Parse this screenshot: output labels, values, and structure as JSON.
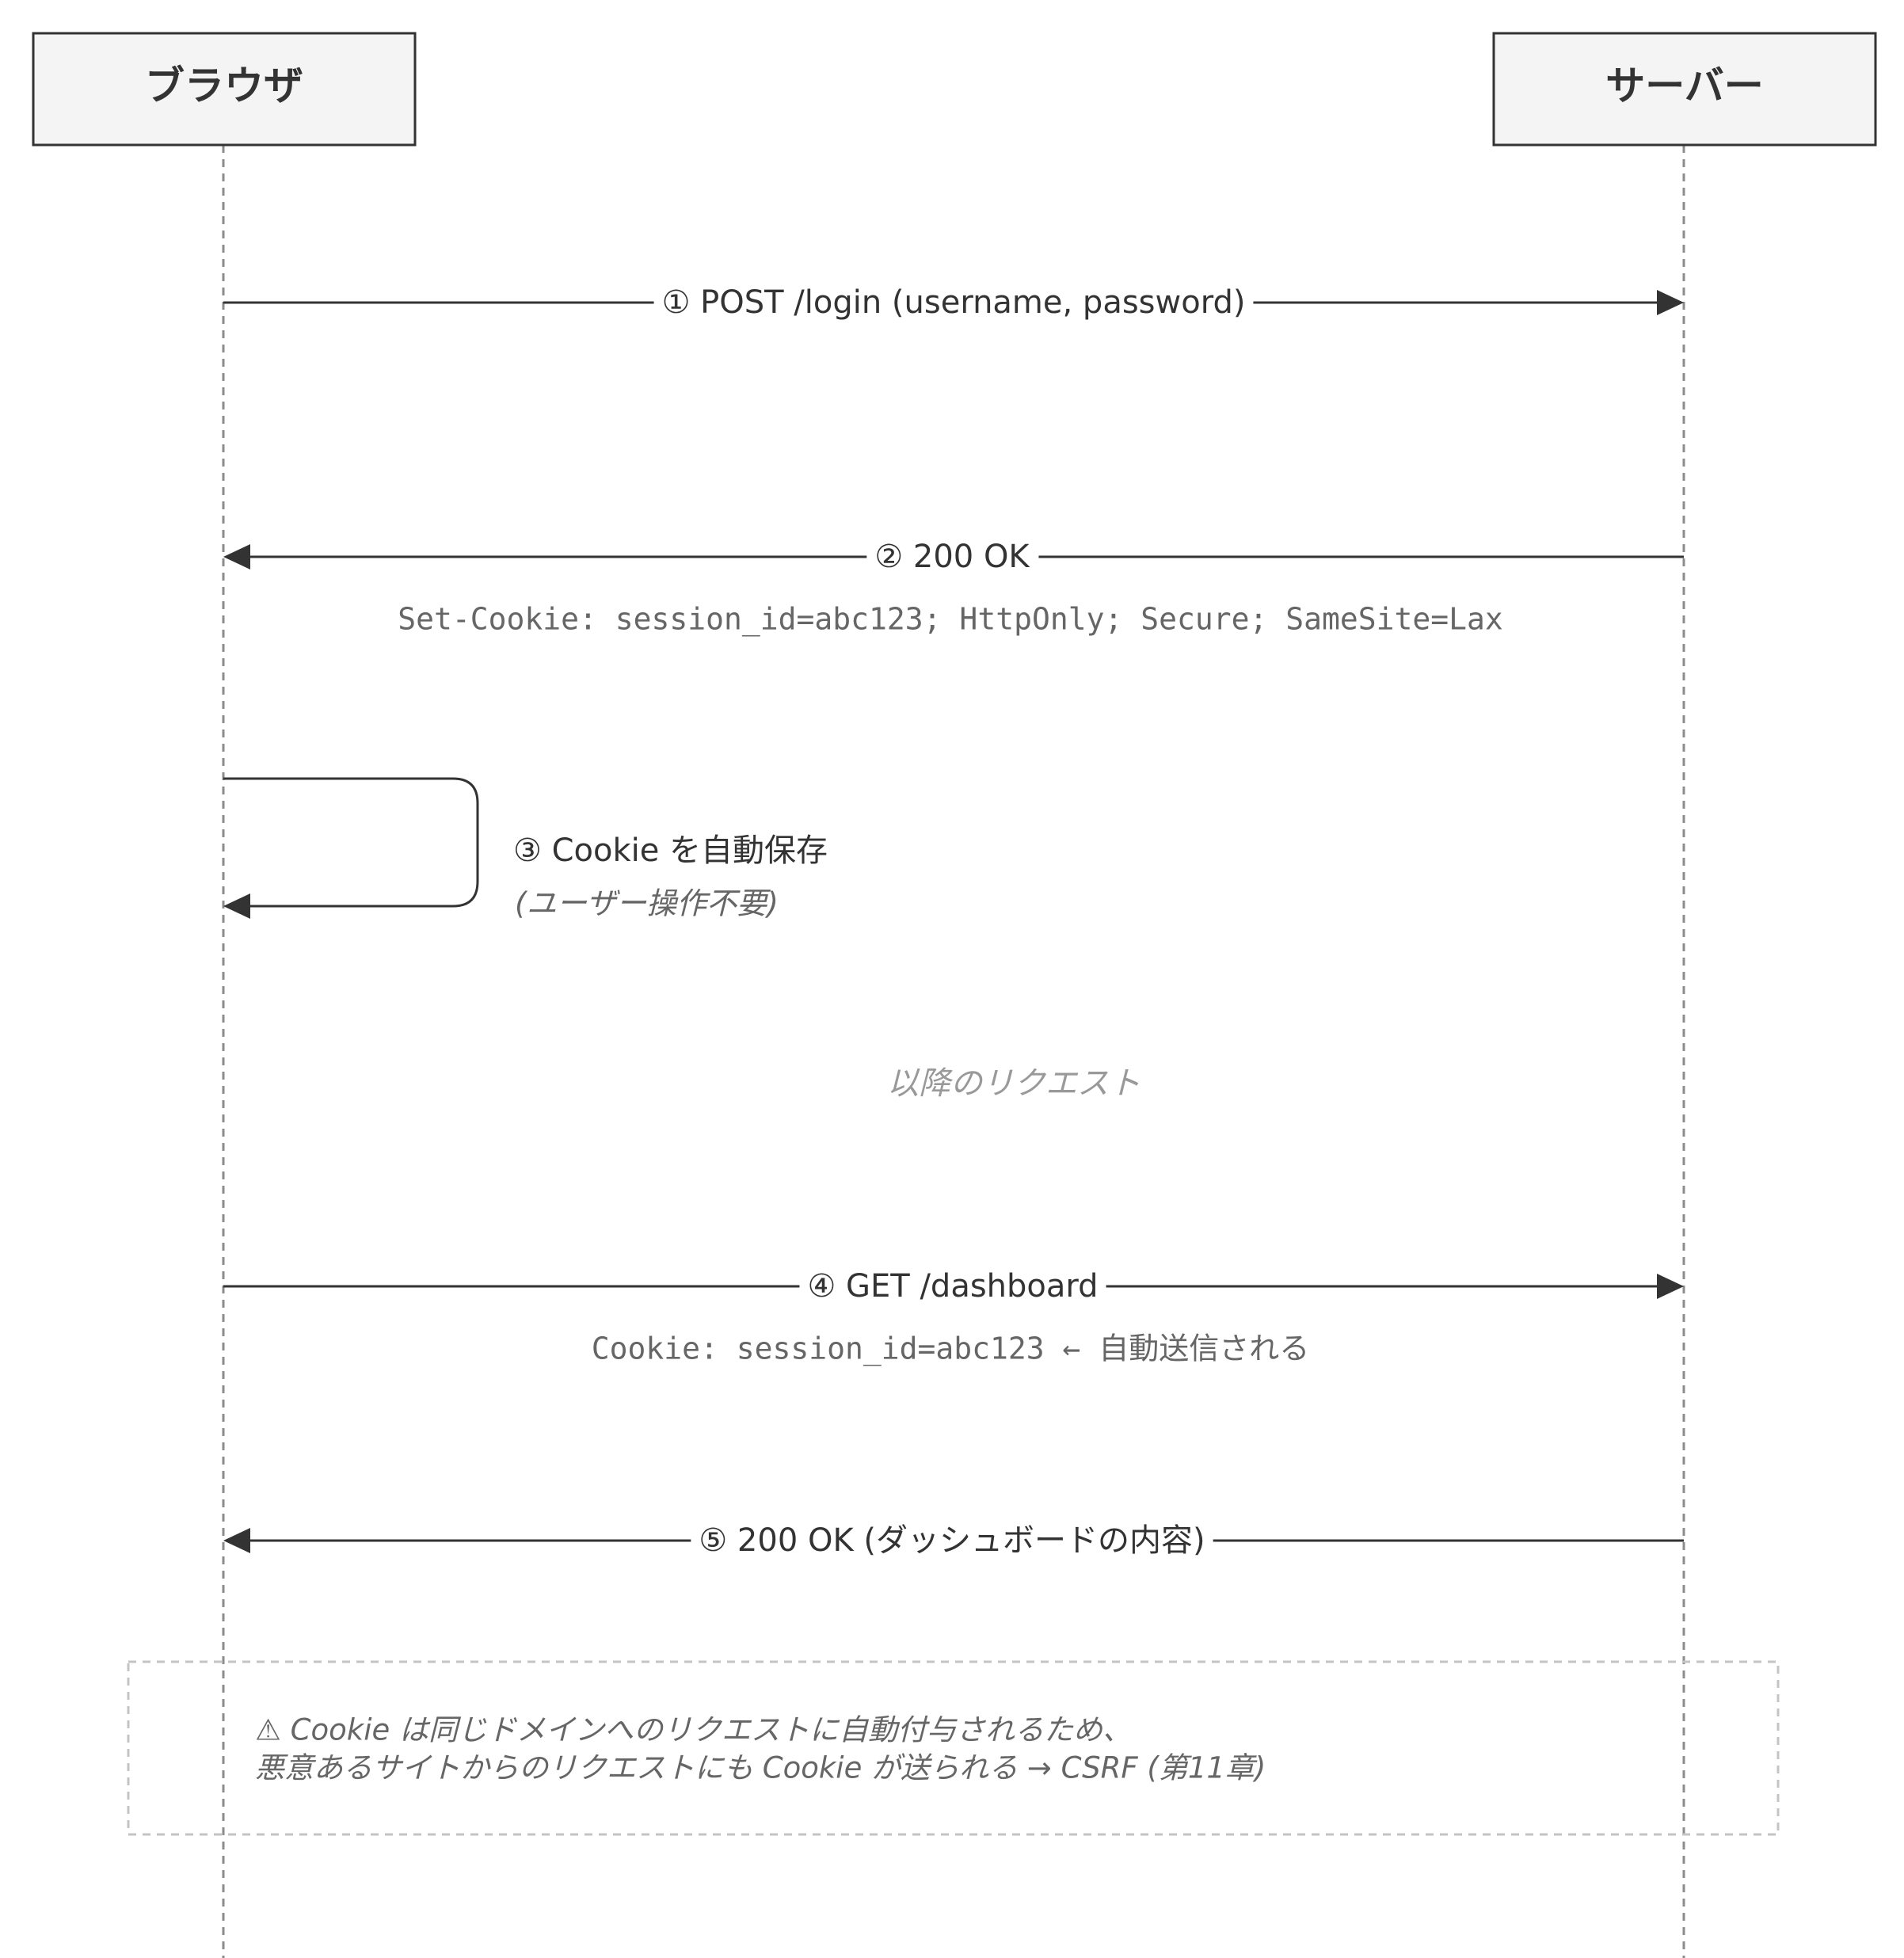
{
  "participants": {
    "browser": "ブラウザ",
    "server": "サーバー"
  },
  "messages": {
    "m1": "① POST /login (username, password)",
    "m2": "② 200 OK",
    "m2_note": "Set-Cookie: session_id=abc123; HttpOnly; Secure; SameSite=Lax",
    "m3": "③ Cookie を自動保存",
    "m3_note": "(ユーザー操作不要)",
    "section": "以降のリクエスト",
    "m4": "④ GET /dashboard",
    "m4_note": "Cookie: session_id=abc123 ← 自動送信される",
    "m5": "⑤ 200 OK (ダッシュボードの内容)"
  },
  "note": {
    "line1": "⚠ Cookie は同じドメインへのリクエストに自動付与されるため、",
    "line2": "悪意あるサイトからのリクエストにも Cookie が送られる → CSRF (第11章)"
  },
  "colors": {
    "line": "#333333",
    "lifeline": "#8c8c8c",
    "participant_fill": "#f4f4f4",
    "note_border": "#c4c4c4",
    "muted_text": "#666666",
    "faint_text": "#999999"
  }
}
